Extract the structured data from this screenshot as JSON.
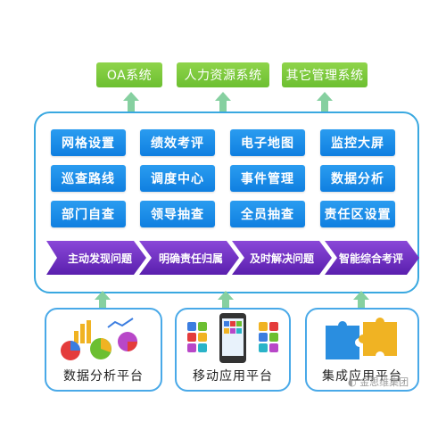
{
  "top_systems": [
    {
      "label": "OA系统"
    },
    {
      "label": "人力资源系统"
    },
    {
      "label": "其它管理系统"
    }
  ],
  "modules": [
    [
      "网格设置",
      "绩效考评",
      "电子地图",
      "监控大屏"
    ],
    [
      "巡查路线",
      "调度中心",
      "事件管理",
      "数据分析"
    ],
    [
      "部门自查",
      "领导抽查",
      "全员抽查",
      "责任区设置"
    ]
  ],
  "process_steps": [
    {
      "label": "主动发现问题"
    },
    {
      "label": "明确责任归属"
    },
    {
      "label": "及时解决问题"
    },
    {
      "label": "智能综合考评"
    }
  ],
  "platforms": [
    {
      "label": "数据分析平台",
      "icon": "data-analysis-charts-icon"
    },
    {
      "label": "移动应用平台",
      "icon": "mobile-phone-apps-icon"
    },
    {
      "label": "集成应用平台",
      "icon": "puzzle-pieces-icon"
    }
  ],
  "watermark": {
    "text": "金思维集团"
  },
  "colors": {
    "system_green": "#6cbf31",
    "module_blue": "#1a8ee8",
    "chevron_purple": "#6a2bc2",
    "arrow_green": "#86d0a0",
    "frame_blue": "#39a8e0"
  }
}
